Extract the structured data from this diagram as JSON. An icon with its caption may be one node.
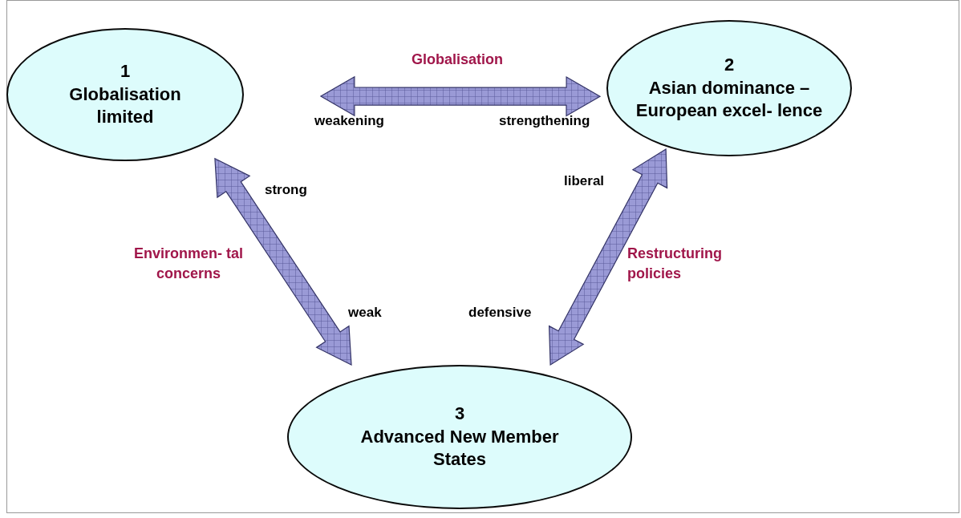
{
  "diagram": {
    "nodes": [
      {
        "text": [
          "1",
          "Globalisation limited"
        ]
      },
      {
        "text": [
          "2",
          "Asian dominance – European excel- lence"
        ]
      },
      {
        "text": [
          "3",
          "Advanced New Member States"
        ]
      }
    ],
    "edges": [
      {
        "from": 0,
        "to": 1,
        "arrow": "both",
        "label": "Globalisation",
        "style": "thick"
      },
      {
        "from": 0,
        "to": 2,
        "arrow": "both",
        "label": "Environmen- tal concerns",
        "style": "thick"
      },
      {
        "from": 1,
        "to": 2,
        "arrow": "both",
        "label": "Restructuring policies",
        "style": "thick"
      }
    ],
    "labels": [
      "weakening",
      "strengthening",
      "strong",
      "liberal",
      "weak",
      "defensive"
    ]
  }
}
